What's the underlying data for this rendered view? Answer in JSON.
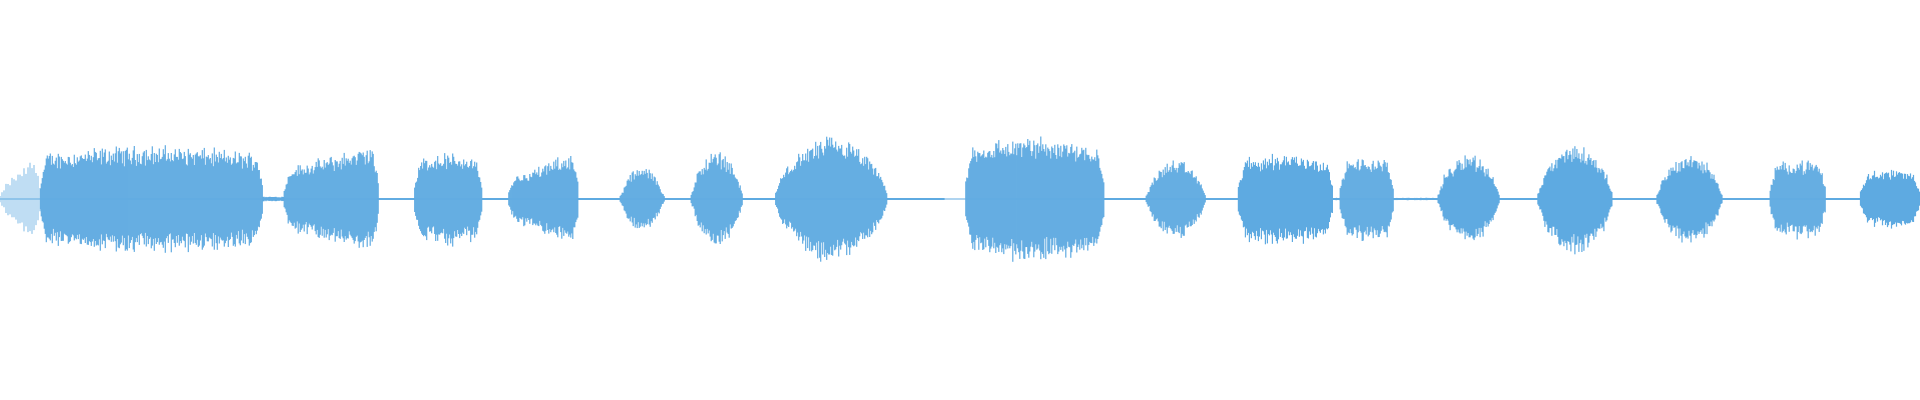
{
  "waveform": {
    "color": "#5faae1",
    "baseline_color": "#5faae1",
    "segments": [
      {
        "start": 0.0,
        "end": 0.021,
        "amp": 0.36,
        "shape": "ramp-in",
        "style": "hatched"
      },
      {
        "start": 0.021,
        "end": 0.137,
        "amp": 0.46,
        "shape": "flat"
      },
      {
        "start": 0.137,
        "end": 0.148,
        "amp": 0.06,
        "shape": "gap"
      },
      {
        "start": 0.148,
        "end": 0.197,
        "amp": 0.48,
        "shape": "rise"
      },
      {
        "start": 0.197,
        "end": 0.216,
        "amp": 0.02,
        "shape": "gap"
      },
      {
        "start": 0.216,
        "end": 0.251,
        "amp": 0.4,
        "shape": "flat"
      },
      {
        "start": 0.251,
        "end": 0.265,
        "amp": 0.02,
        "shape": "gap"
      },
      {
        "start": 0.265,
        "end": 0.301,
        "amp": 0.44,
        "shape": "rise-late"
      },
      {
        "start": 0.301,
        "end": 0.323,
        "amp": 0.02,
        "shape": "gap"
      },
      {
        "start": 0.323,
        "end": 0.346,
        "amp": 0.28,
        "shape": "bump"
      },
      {
        "start": 0.346,
        "end": 0.36,
        "amp": 0.02,
        "shape": "gap"
      },
      {
        "start": 0.36,
        "end": 0.387,
        "amp": 0.42,
        "shape": "bump"
      },
      {
        "start": 0.387,
        "end": 0.404,
        "amp": 0.02,
        "shape": "gap"
      },
      {
        "start": 0.404,
        "end": 0.462,
        "amp": 0.54,
        "shape": "bump"
      },
      {
        "start": 0.462,
        "end": 0.492,
        "amp": 0.01,
        "shape": "tail"
      },
      {
        "start": 0.503,
        "end": 0.575,
        "amp": 0.54,
        "shape": "flat"
      },
      {
        "start": 0.575,
        "end": 0.597,
        "amp": 0.02,
        "shape": "gap"
      },
      {
        "start": 0.597,
        "end": 0.628,
        "amp": 0.34,
        "shape": "bump"
      },
      {
        "start": 0.628,
        "end": 0.645,
        "amp": 0.02,
        "shape": "gap"
      },
      {
        "start": 0.645,
        "end": 0.694,
        "amp": 0.4,
        "shape": "flat"
      },
      {
        "start": 0.694,
        "end": 0.698,
        "amp": 0.03,
        "shape": "gap"
      },
      {
        "start": 0.698,
        "end": 0.726,
        "amp": 0.36,
        "shape": "flat"
      },
      {
        "start": 0.726,
        "end": 0.749,
        "amp": 0.03,
        "shape": "gap"
      },
      {
        "start": 0.749,
        "end": 0.781,
        "amp": 0.4,
        "shape": "bump"
      },
      {
        "start": 0.781,
        "end": 0.801,
        "amp": 0.02,
        "shape": "gap"
      },
      {
        "start": 0.801,
        "end": 0.84,
        "amp": 0.48,
        "shape": "bump"
      },
      {
        "start": 0.84,
        "end": 0.863,
        "amp": 0.02,
        "shape": "gap"
      },
      {
        "start": 0.863,
        "end": 0.897,
        "amp": 0.4,
        "shape": "bump"
      },
      {
        "start": 0.897,
        "end": 0.922,
        "amp": 0.02,
        "shape": "gap"
      },
      {
        "start": 0.922,
        "end": 0.951,
        "amp": 0.34,
        "shape": "flat"
      },
      {
        "start": 0.951,
        "end": 0.969,
        "amp": 0.02,
        "shape": "gap"
      },
      {
        "start": 0.969,
        "end": 1.0,
        "amp": 0.26,
        "shape": "flat"
      }
    ]
  }
}
